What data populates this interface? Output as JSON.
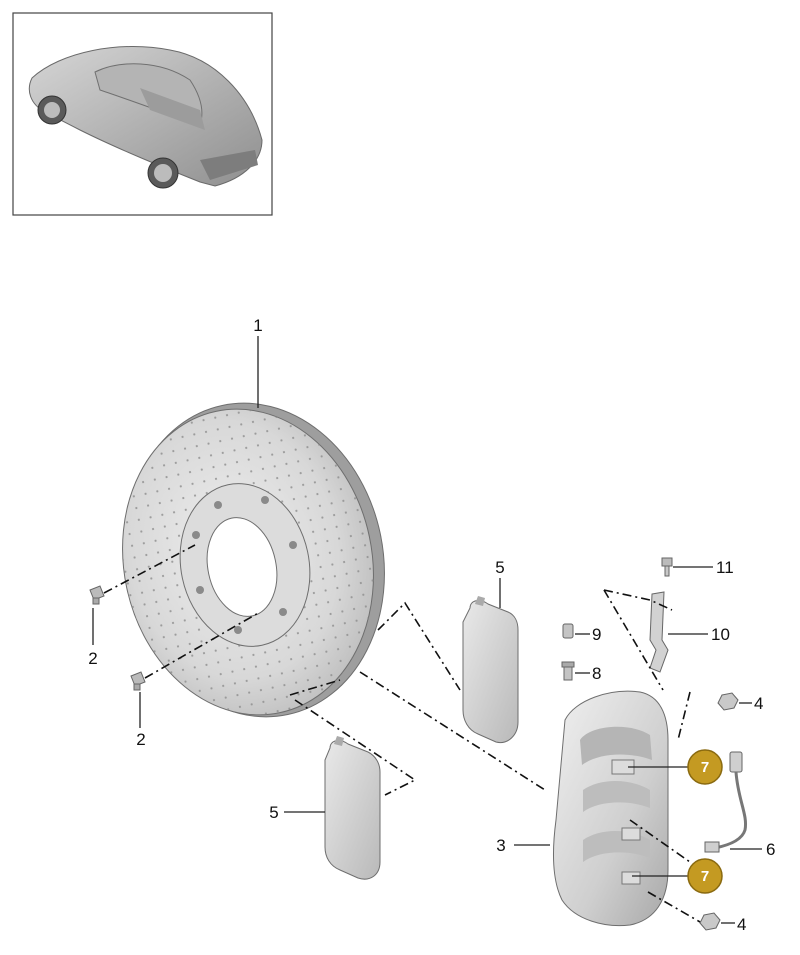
{
  "callouts": {
    "c1": "1",
    "c2a": "2",
    "c2b": "2",
    "c3": "3",
    "c4a": "4",
    "c4b": "4",
    "c5a": "5",
    "c5b": "5",
    "c6": "6",
    "c7a": "7",
    "c7b": "7",
    "c8": "8",
    "c9": "9",
    "c10": "10",
    "c11": "11"
  },
  "colors": {
    "badge_fill": "#C49A22",
    "badge_stroke": "#8A6A10",
    "part_light": "#E6E6E6",
    "part_mid": "#C8C8C8",
    "part_dark": "#9A9A9A"
  }
}
